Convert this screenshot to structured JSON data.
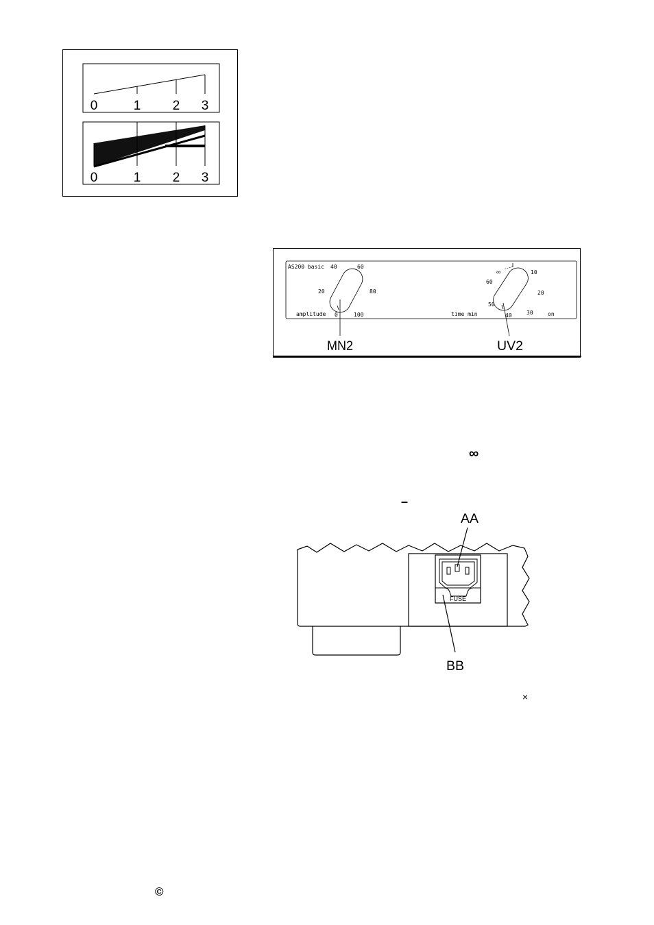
{
  "figure_amplitude": {
    "top_scale_ticks": [
      "0",
      "1",
      "2",
      "3"
    ],
    "bottom_scale_ticks": [
      "0",
      "1",
      "2",
      "3"
    ]
  },
  "figure_panel": {
    "panel_title": "AS200 basic",
    "amplitude_knob": {
      "caption": "amplitude",
      "marks": [
        "0",
        "20",
        "40",
        "60",
        "80",
        "100"
      ],
      "label": "MN2"
    },
    "timer_knob": {
      "caption": "time min",
      "marks": [
        "10",
        "20",
        "30",
        "40",
        "50",
        "60",
        "∞"
      ],
      "on_label": "on",
      "label": "UV2"
    }
  },
  "symbols": {
    "infinity": "∞",
    "dash": "–",
    "times": "×",
    "copyright": "©"
  },
  "figure_socket": {
    "socket_label": "AA",
    "fuse_label": "BB",
    "fuse_text": "FUSE"
  }
}
